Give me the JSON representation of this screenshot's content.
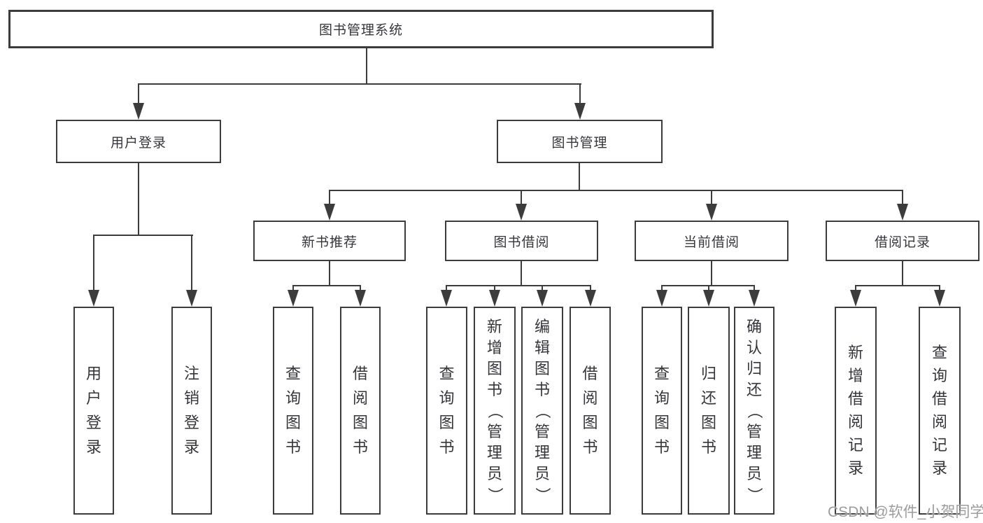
{
  "root": {
    "label": "图书管理系统"
  },
  "branches": [
    {
      "label": "用户登录",
      "children": [
        {
          "label": "用户登录"
        },
        {
          "label": "注销登录"
        }
      ]
    },
    {
      "label": "图书管理",
      "children": [
        {
          "label": "新书推荐",
          "children": [
            {
              "label": "查询图书"
            },
            {
              "label": "借阅图书"
            }
          ]
        },
        {
          "label": "图书借阅",
          "children": [
            {
              "label": "查询图书"
            },
            {
              "label": "新增图书（管理员）"
            },
            {
              "label": "编辑图书（管理员）"
            },
            {
              "label": "借阅图书"
            }
          ]
        },
        {
          "label": "当前借阅",
          "children": [
            {
              "label": "查询图书"
            },
            {
              "label": "归还图书"
            },
            {
              "label": "确认归还（管理员）"
            }
          ]
        },
        {
          "label": "借阅记录",
          "children": [
            {
              "label": "新增借阅记录"
            },
            {
              "label": "查询借阅记录"
            }
          ]
        }
      ]
    }
  ],
  "watermark": "CSDN @软件_小贺同学",
  "colors": {
    "line": "#3c3c3c",
    "text": "#36363a",
    "watermark": "#9c9c9c",
    "background": "#ffffff"
  }
}
